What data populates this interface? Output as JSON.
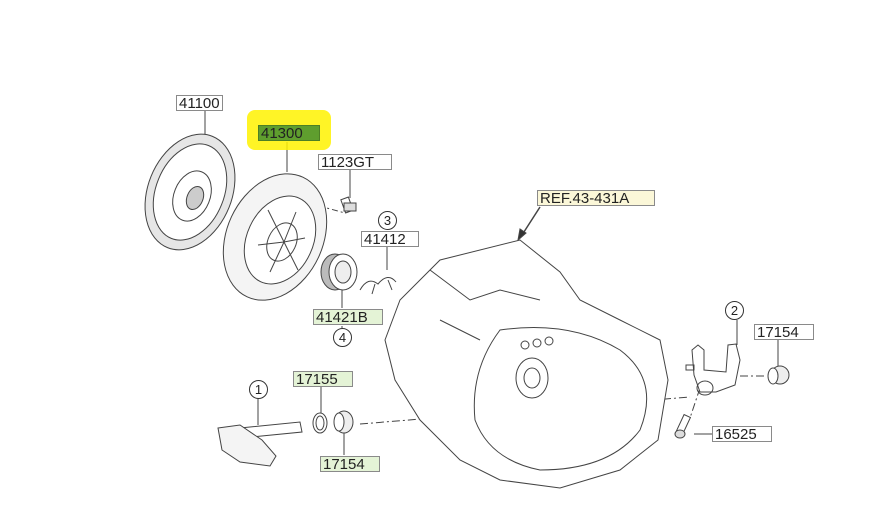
{
  "labels": {
    "p41100": "41100",
    "p41300": "41300",
    "p1123gt": "1123GT",
    "p41412": "41412",
    "p41421b": "41421B",
    "ref": "REF.43-431A",
    "p17154_right": "17154",
    "p16525": "16525",
    "p17155": "17155",
    "p17154_bottom": "17154"
  },
  "callouts": {
    "c1": "1",
    "c2": "2",
    "c3": "3",
    "c4": "4"
  },
  "highlight": {
    "part": "41300",
    "color": "#fff200"
  }
}
